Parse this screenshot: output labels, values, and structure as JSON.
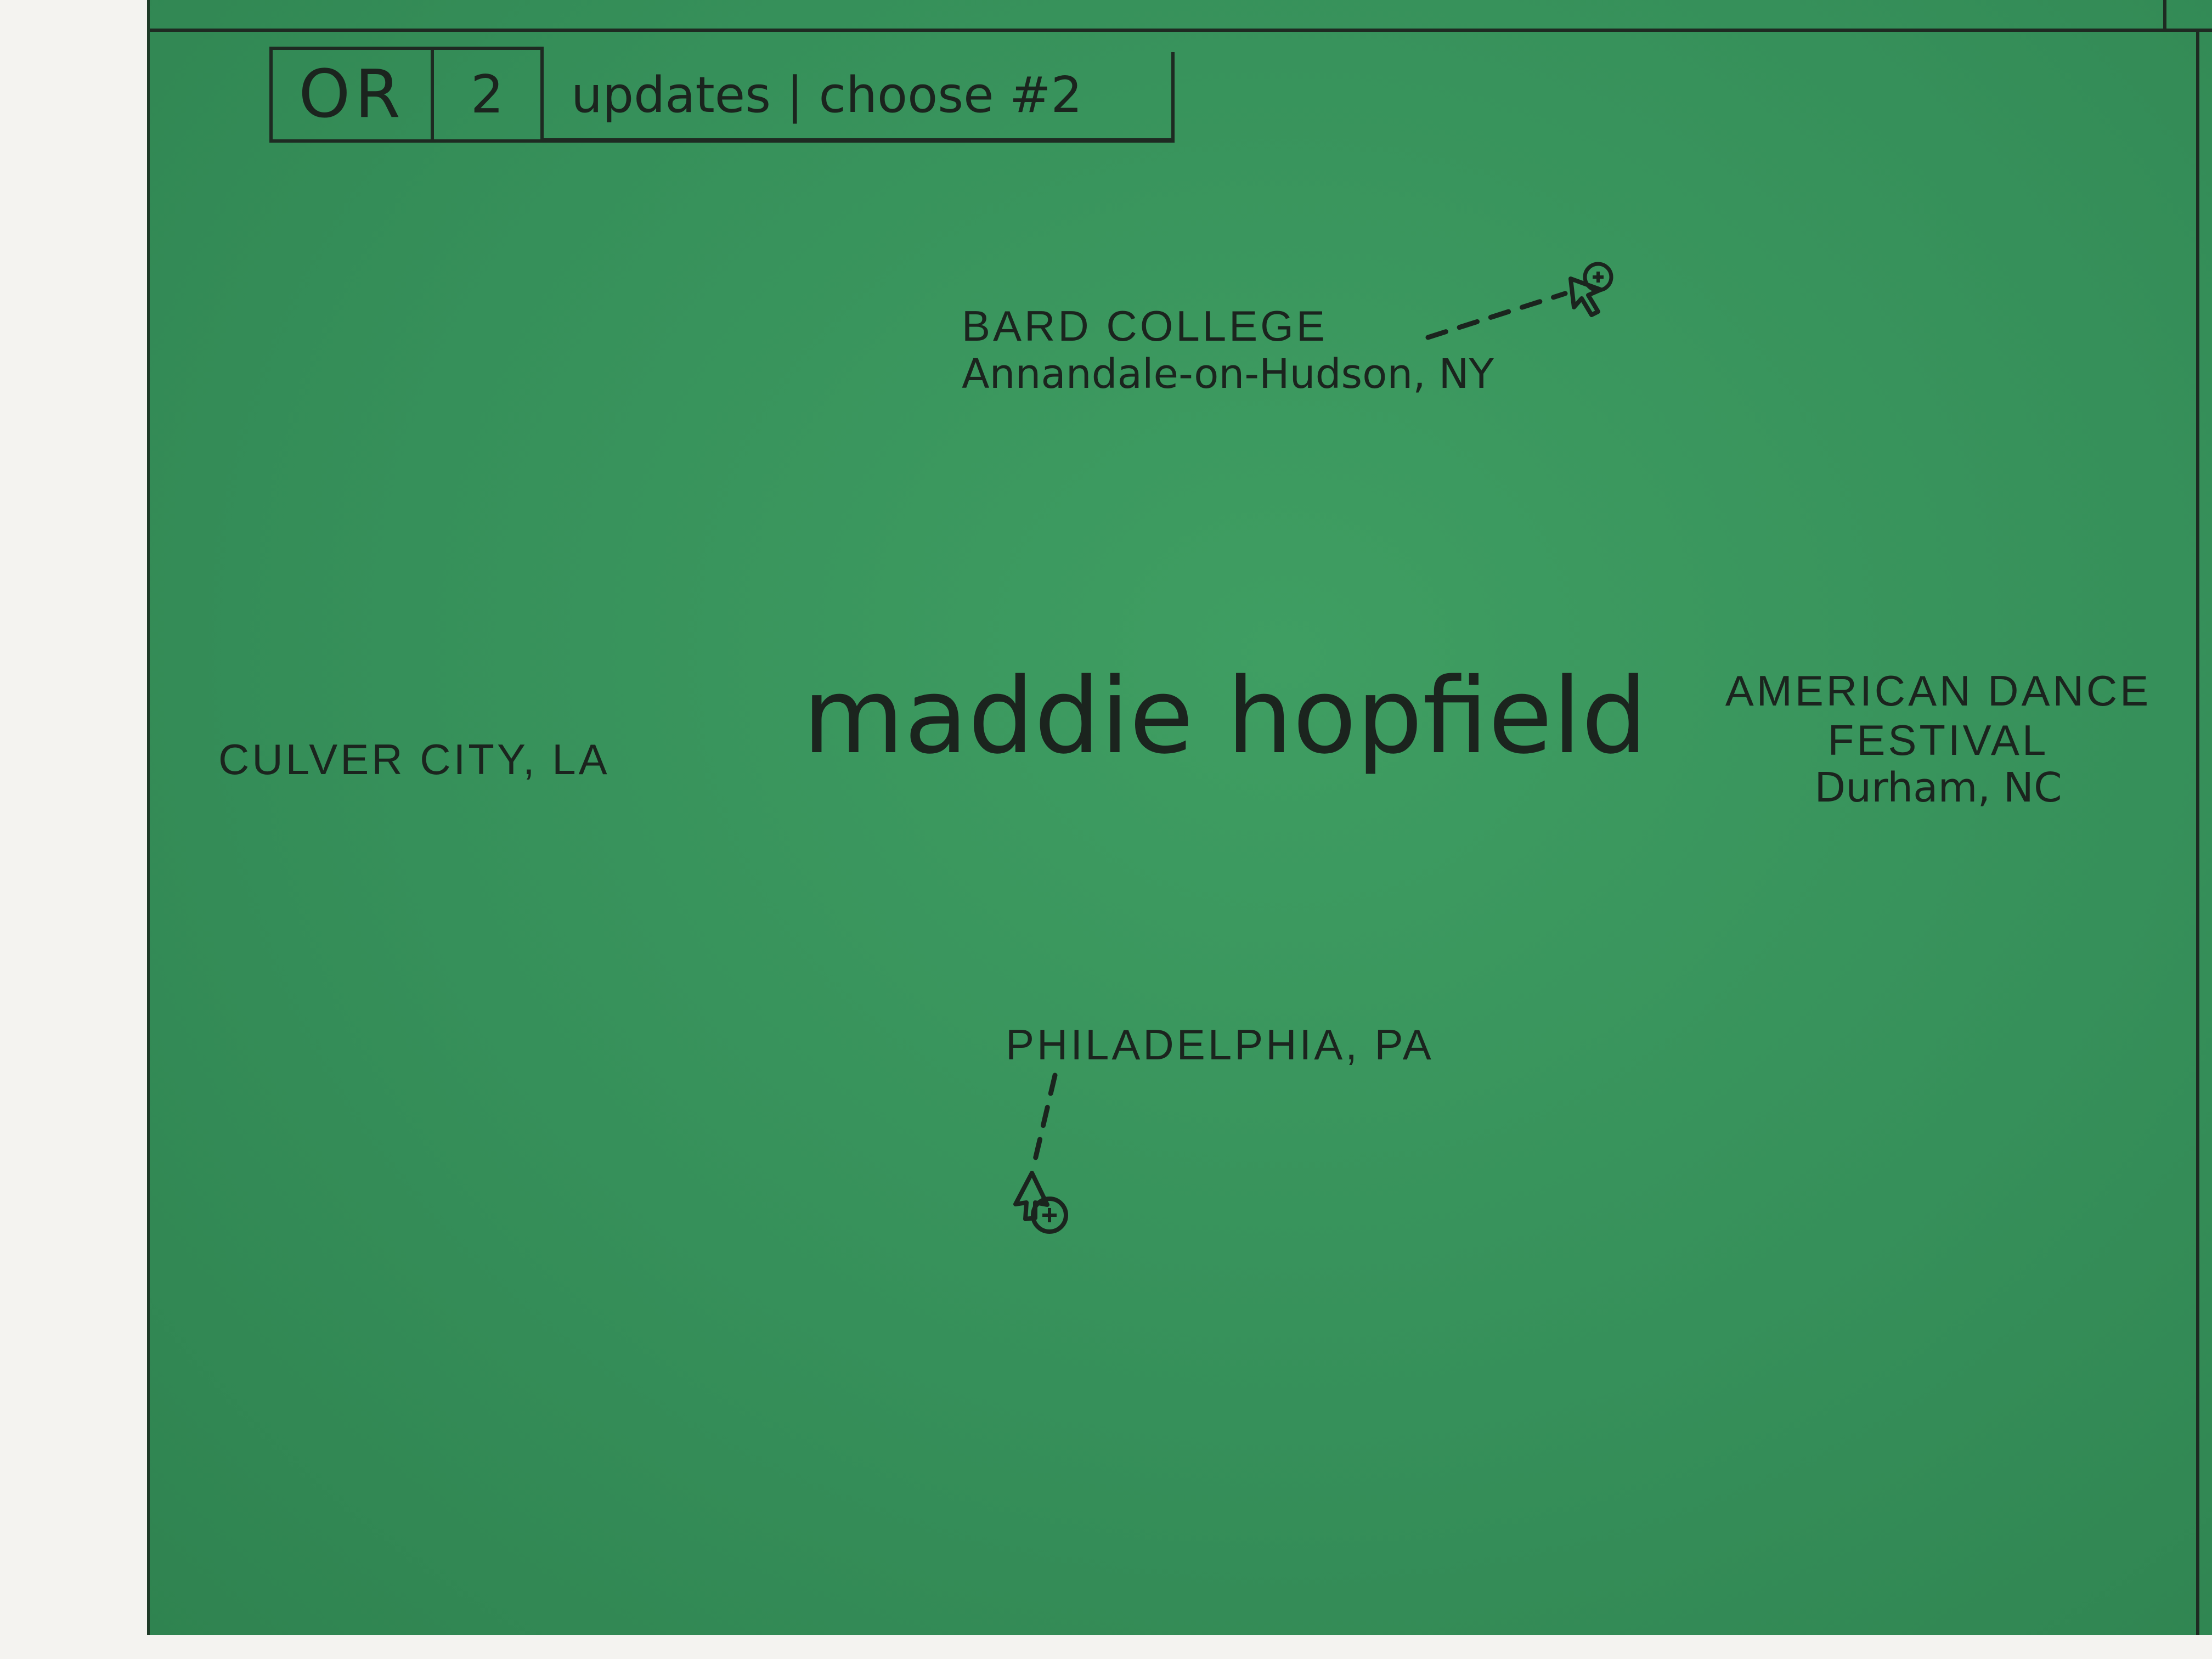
{
  "header": {
    "logo": "OR",
    "update_count": "2",
    "prompt": "updates | choose #2"
  },
  "profile": {
    "name": "maddie hopfield"
  },
  "nodes": [
    {
      "title": "BARD COLLEGE",
      "subtitle": "Annandale-on-Hudson, NY",
      "icon": "cursor-icon"
    },
    {
      "title": "CULVER CITY, LA",
      "subtitle": ""
    },
    {
      "title": "AMERICAN DANCE FESTIVAL",
      "subtitle": "Durham, NC"
    },
    {
      "title": "PHILADELPHIA, PA",
      "subtitle": "",
      "icon": "cursor-icon"
    }
  ],
  "colors": {
    "paper_green": "#36905a",
    "ink": "#1b241e",
    "background": "#f4f3f0"
  }
}
